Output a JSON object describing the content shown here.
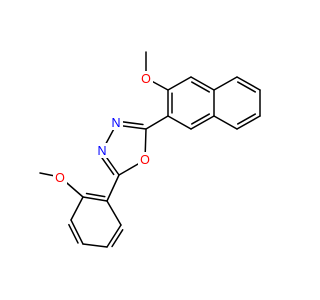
{
  "atoms": {
    "n3": {
      "symbol": "N",
      "color": "#0000ff"
    },
    "n4": {
      "symbol": "N",
      "color": "#0000ff"
    },
    "o1": {
      "symbol": "O",
      "color": "#ff0000"
    },
    "o_methoxy_naph": {
      "symbol": "O",
      "color": "#ff0000"
    },
    "o_methoxy_phenyl": {
      "symbol": "O",
      "color": "#ff0000"
    }
  },
  "bond_color": "#000000",
  "background": "#ffffff"
}
